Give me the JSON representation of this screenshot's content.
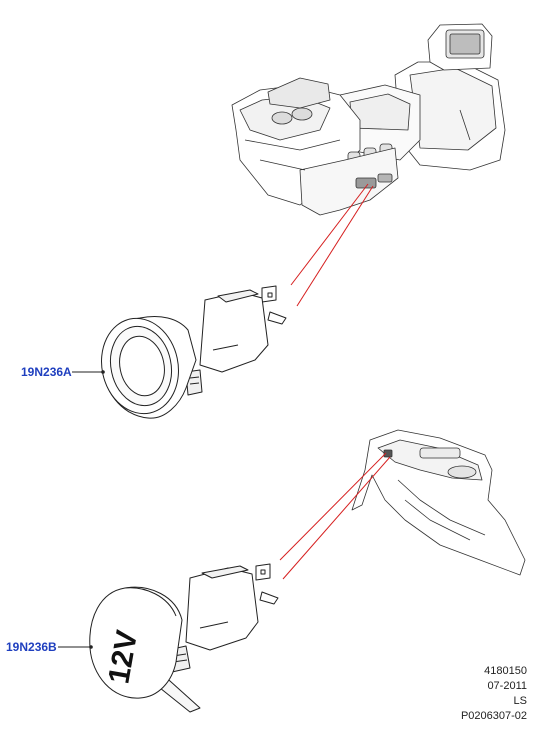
{
  "callouts": {
    "part_a": "19N236A",
    "part_b": "19N236B"
  },
  "plug_marking": "12V",
  "footer": {
    "ref_number": "4180150",
    "date": "07-2011",
    "code": "LS",
    "illustration_id": "P0206307-02"
  },
  "colors": {
    "line_art": "#222222",
    "leader_red": "#d61f1f",
    "callout_blue": "#1f3fbf"
  }
}
